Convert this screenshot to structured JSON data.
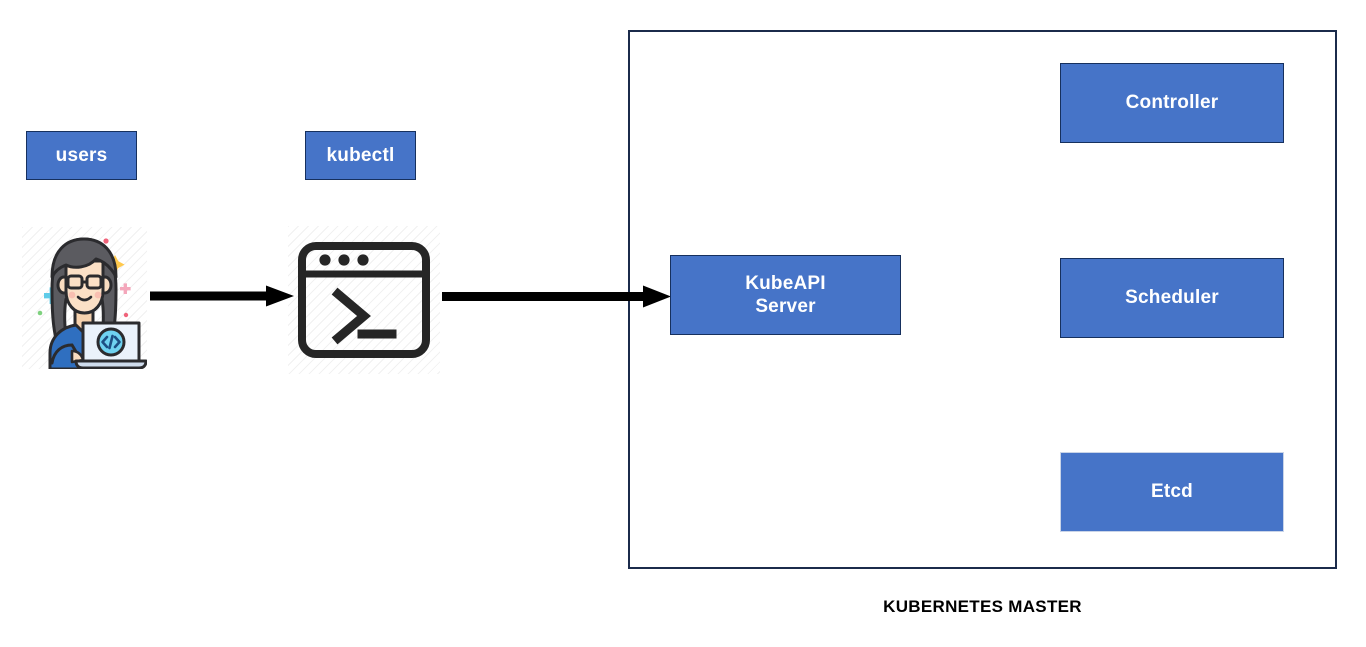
{
  "diagram": {
    "title_caption": "KUBERNETES MASTER",
    "accent_blue": "#4674C8",
    "box_border": "#16305e",
    "container_border": "#1b2b4b",
    "arrow_color": "#000000",
    "background": "#ffffff"
  },
  "client_side": {
    "users_label": "users",
    "kubectl_label": "kubectl",
    "user_illustration_name": "developer-at-laptop-illustration",
    "terminal_illustration_name": "terminal-window-illustration"
  },
  "master": {
    "caption": "KUBERNETES MASTER",
    "components": [
      {
        "label": "KubeAPI\nServer",
        "line1": "KubeAPI",
        "line2": "Server",
        "name": "kubeapi-server-box"
      },
      {
        "label": "Controller",
        "line1": "Controller",
        "line2": "",
        "name": "controller-box"
      },
      {
        "label": "Scheduler",
        "line1": "Scheduler",
        "line2": "",
        "name": "scheduler-box"
      },
      {
        "label": "Etcd",
        "line1": "Etcd",
        "line2": "",
        "name": "etcd-box"
      }
    ]
  },
  "flows": [
    {
      "from": "user",
      "to": "kubectl",
      "name": "arrow-user-to-kubectl"
    },
    {
      "from": "kubectl",
      "to": "kubeapi-server",
      "name": "arrow-kubectl-to-kubeapi"
    }
  ]
}
